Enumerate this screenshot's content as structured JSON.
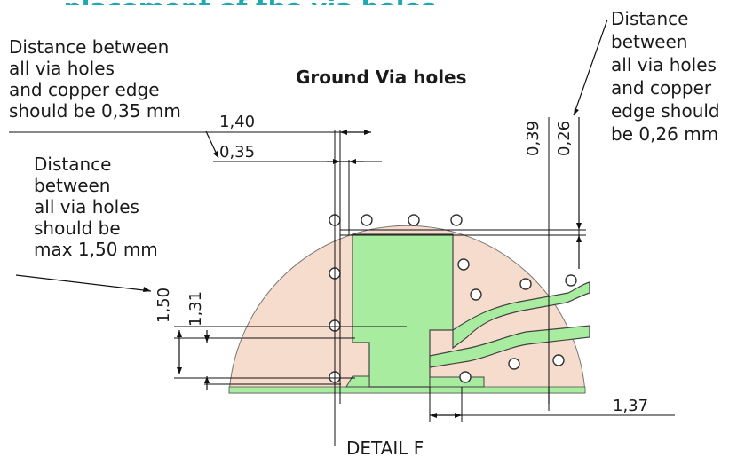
{
  "title_partial": "... placement of the via holes ...",
  "colors": {
    "board": "#f6dccd",
    "copper": "#a8ec9f",
    "heading": "#1fa8b0"
  },
  "labels": {
    "ground_via_holes": "Ground Via holes",
    "detail": "DETAIL F"
  },
  "notes": {
    "left_top": [
      "Distance between",
      "all via holes",
      "and copper edge",
      "should be 0,35 mm"
    ],
    "left_mid": [
      "Distance",
      "between",
      "all via holes",
      "should be",
      "max 1,50 mm"
    ],
    "right_top": [
      "Distance",
      "between",
      "all via holes",
      "and copper",
      "edge should",
      "be 0,26 mm"
    ]
  },
  "dimensions": {
    "d140": "1,40",
    "d035": "0,35",
    "d039": "0,39",
    "d026": "0,26",
    "d150": "1,50",
    "d131": "1,31",
    "d137": "1,37"
  }
}
